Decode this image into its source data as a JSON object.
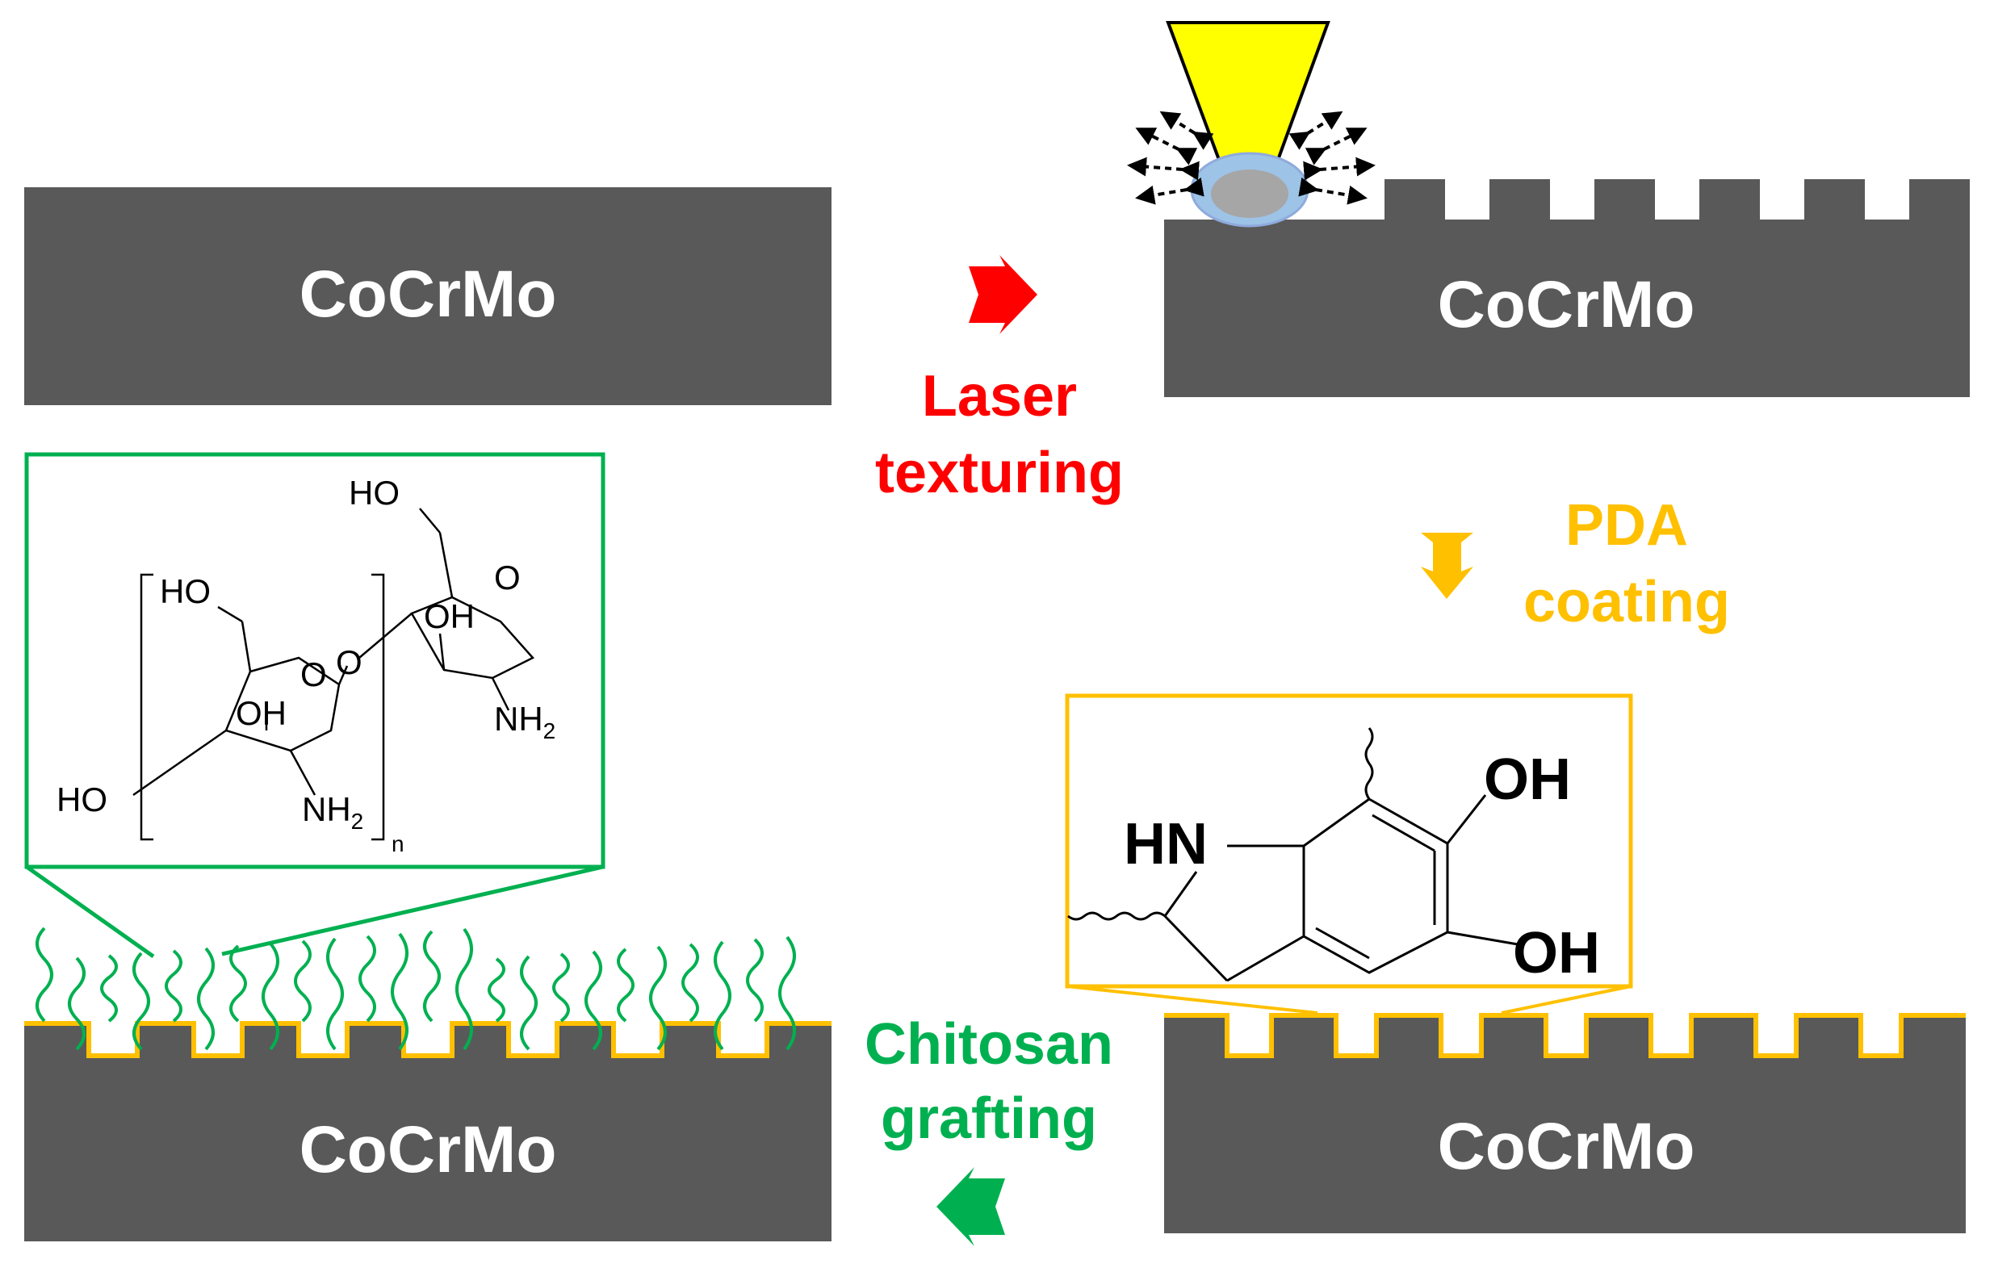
{
  "colors": {
    "slab": "#595959",
    "laser_step": "#ff0000",
    "pda_step": "#ffc000",
    "chitosan_step": "#00b050",
    "laser_beam": "#ffff00",
    "plasma": "#9dc3e6"
  },
  "panels": {
    "top_left": {
      "substrate_label": "CoCrMo"
    },
    "top_right": {
      "substrate_label": "CoCrMo"
    },
    "bottom_right": {
      "substrate_label": "CoCrMo"
    },
    "bottom_left": {
      "substrate_label": "CoCrMo"
    }
  },
  "steps": {
    "laser": {
      "line1": "Laser",
      "line2": "texturing",
      "arrow_icon": "arrow-right-icon"
    },
    "pda": {
      "line1": "PDA",
      "line2": "coating",
      "arrow_icon": "arrow-down-icon"
    },
    "chitosan": {
      "line1": "Chitosan",
      "line2": "grafting",
      "arrow_icon": "arrow-left-icon"
    }
  },
  "pda_structure": {
    "oh_top": "OH",
    "oh_bottom": "OH",
    "hn": "HN"
  },
  "chitosan_structure": {
    "ho_top": "HO",
    "ho_left": "HO",
    "ho_bottom": "HO",
    "oh_left": "OH",
    "oh_right": "OH",
    "o_ring_left": "O",
    "o_link": "O",
    "o_ring_right": "O",
    "nh2_left": "NH",
    "nh2_right": "NH",
    "subscript_2": "2",
    "repeat_n": "n"
  }
}
